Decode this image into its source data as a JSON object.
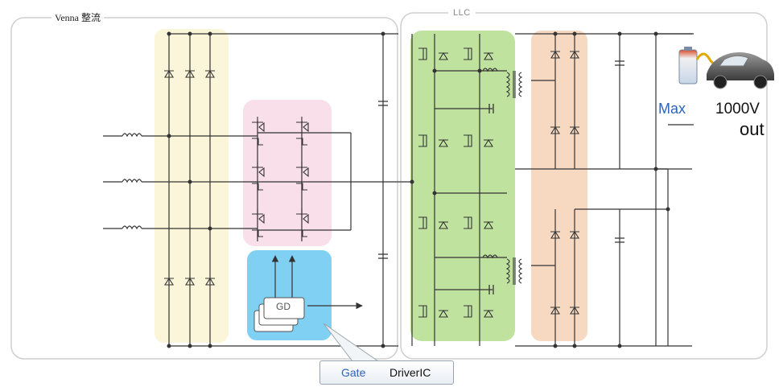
{
  "labels": {
    "venna_rect": "Venna 整流",
    "llc": "LLC",
    "gd": "GD",
    "max": "Max",
    "voltage": "1000V",
    "out": "out",
    "callout_gate": "Gate",
    "callout_driver": "DriverIC"
  },
  "colors": {
    "rectifier_zone": "#fbf6d9",
    "switch_zone": "#f8dfe9",
    "driver_zone": "#7fd0f2",
    "llc_primary_zone": "#bfe39f",
    "llc_secondary_zone": "#f7d9c2",
    "callout_text_accent": "#2e63b8"
  },
  "icons": [
    "inductor-icon",
    "diode-icon",
    "mosfet-icon",
    "capacitor-icon",
    "transformer-icon",
    "battery-icon",
    "electric-car-icon",
    "arrow-icon"
  ]
}
